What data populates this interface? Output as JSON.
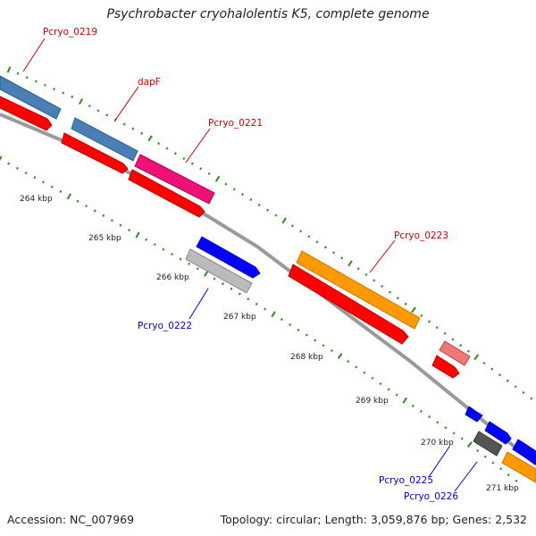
{
  "title": "Psychrobacter cryohalolentis K5, complete genome",
  "footer": {
    "accession": "Accession: NC_007969",
    "topology": "Topology: circular; Length: 3,059,876 bp; Genes: 2,532"
  },
  "colors": {
    "backbone": "#8c8c8c",
    "tick": "#2e8b22",
    "cds_red": "#ff0000",
    "steel_blue": "#4a7fb5",
    "magenta": "#ee1177",
    "blue": "#0000ff",
    "silver": "#bbbbbb",
    "orange": "#ff9900",
    "pink": "#ee7777",
    "dark_gray": "#555555",
    "label_red": "#cc0000",
    "label_blue": "#0000cc"
  },
  "scale_labels": [
    {
      "id": "kbp264",
      "text": "264 kbp"
    },
    {
      "id": "kbp265",
      "text": "265 kbp"
    },
    {
      "id": "kbp266",
      "text": "266 kbp"
    },
    {
      "id": "kbp267",
      "text": "267 kbp"
    },
    {
      "id": "kbp268",
      "text": "268 kbp"
    },
    {
      "id": "kbp269",
      "text": "269 kbp"
    },
    {
      "id": "kbp270",
      "text": "270 kbp"
    },
    {
      "id": "kbp271",
      "text": "271 kbp"
    }
  ],
  "gene_labels": [
    {
      "id": "Pcryo_0219",
      "text": "Pcryo_0219",
      "strand": "forward"
    },
    {
      "id": "dapF",
      "text": "dapF",
      "strand": "forward"
    },
    {
      "id": "Pcryo_0221",
      "text": "Pcryo_0221",
      "strand": "forward"
    },
    {
      "id": "Pcryo_0222",
      "text": "Pcryo_0222",
      "strand": "reverse"
    },
    {
      "id": "Pcryo_0223",
      "text": "Pcryo_0223",
      "strand": "forward"
    },
    {
      "id": "Pcryo_0225",
      "text": "Pcryo_0225",
      "strand": "reverse"
    },
    {
      "id": "Pcryo_0226",
      "text": "Pcryo_0226",
      "strand": "reverse"
    }
  ]
}
